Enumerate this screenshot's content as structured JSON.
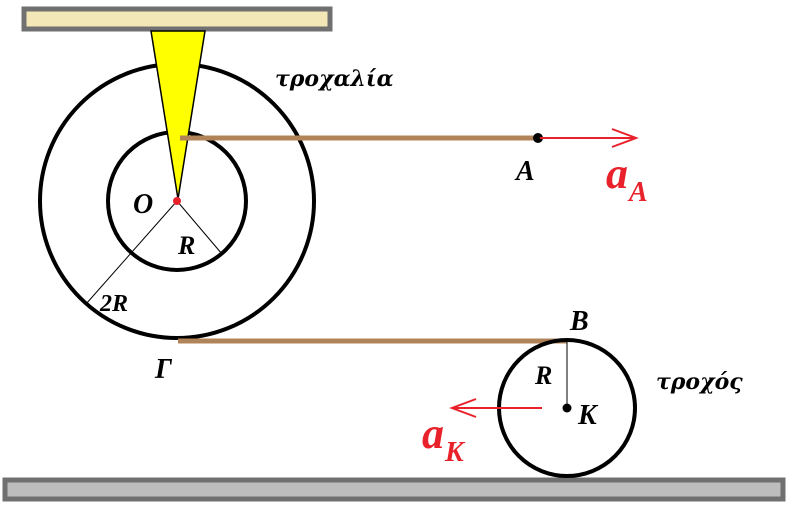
{
  "labels": {
    "pulley": "τροχαλία",
    "wheel": "τροχός",
    "point_O": "O",
    "point_A": "A",
    "point_B": "B",
    "point_G": "Γ",
    "point_K": "K",
    "radius_inner": "R",
    "radius_outer": "2R",
    "radius_wheel": "R",
    "accel_A_main": "a",
    "accel_A_sub": "A",
    "accel_K_main": "a",
    "accel_K_sub": "K"
  },
  "colors": {
    "rope": "#b08458",
    "support": "#f3e7b8",
    "support_border": "#707070",
    "floor": "#bdbdbd",
    "floor_border": "#707070",
    "holder": "#ffff00",
    "accent": "#e8212b",
    "ink": "#000000"
  }
}
